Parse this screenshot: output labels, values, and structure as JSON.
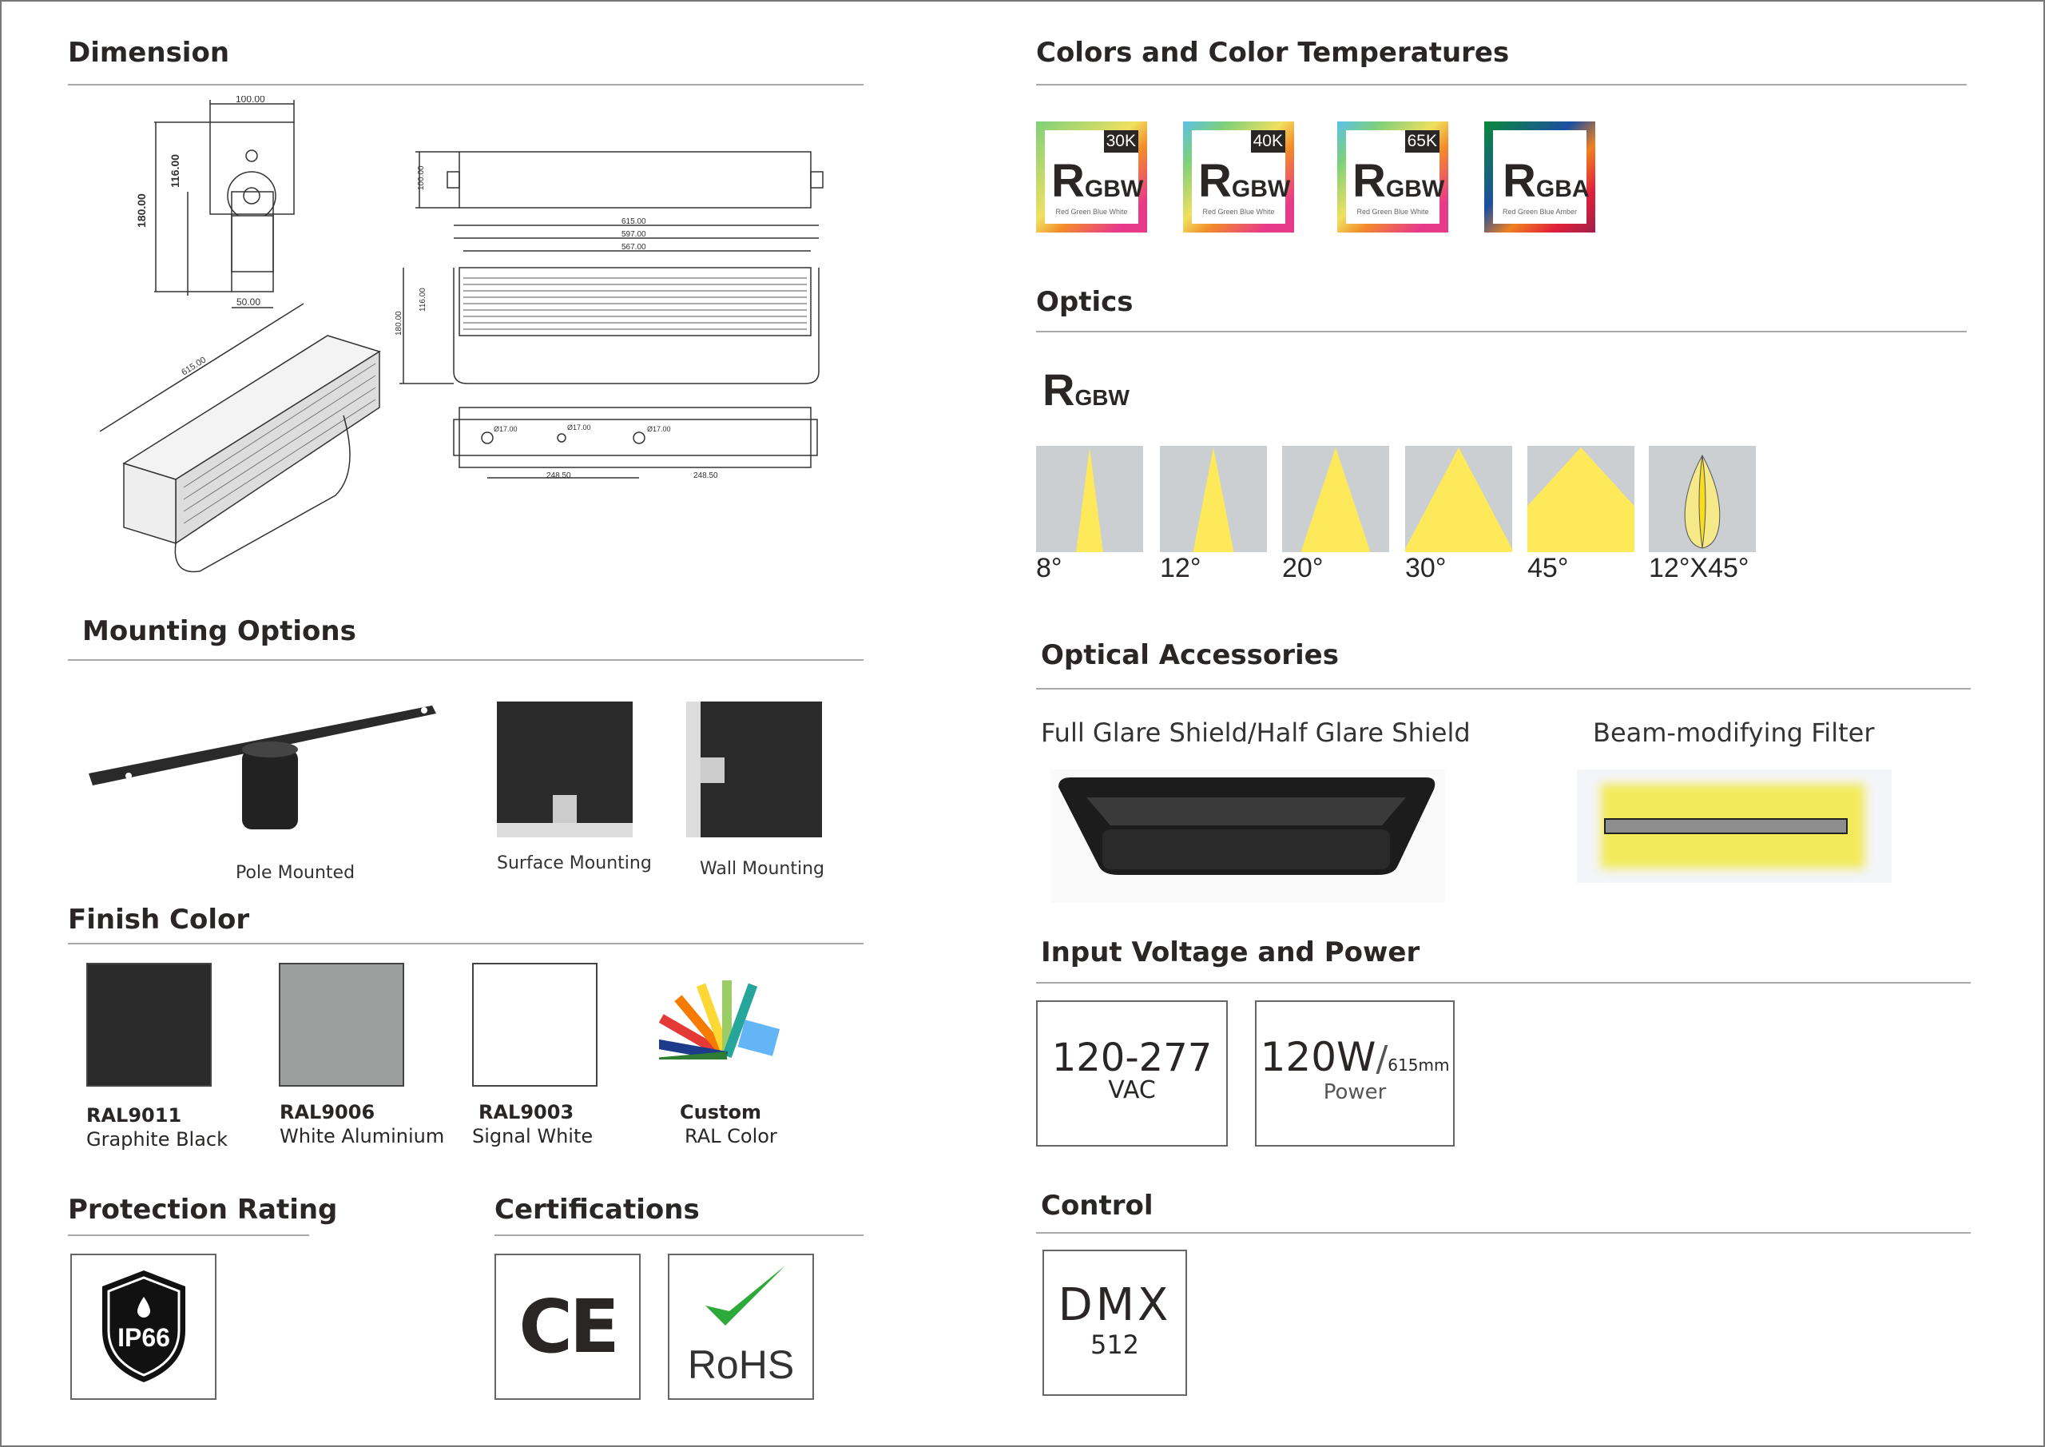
{
  "sections": {
    "dimension": "Dimension",
    "colors": "Colors and Color Temperatures",
    "optics": "Optics",
    "optical_accessories": "Optical Accessories",
    "input": "Input Voltage and Power",
    "control": "Control",
    "mounting": "Mounting Options",
    "finish": "Finish Color",
    "protection": "Protection Rating",
    "certifications": "Certifications"
  },
  "dimensions": {
    "width": "100.00",
    "height_total": "180.00",
    "height_body": "116.00",
    "bracket": "50.00",
    "length": "615.00",
    "len2": "597.00",
    "len3": "567.00",
    "depth": "100.00",
    "hole": "Ø17.00",
    "spacing": "248.50",
    "iso_length": "615.00"
  },
  "color_badges": [
    {
      "temp": "30K",
      "big": "R",
      "small": "GBW",
      "desc": "Red Green Blue White"
    },
    {
      "temp": "40K",
      "big": "R",
      "small": "GBW",
      "desc": "Red Green Blue White"
    },
    {
      "temp": "65K",
      "big": "R",
      "small": "GBW",
      "desc": "Red Green Blue White"
    },
    {
      "temp": "",
      "big": "R",
      "small": "GBA",
      "desc": "Red Green Blue Amber"
    }
  ],
  "optics": {
    "logo_big": "R",
    "logo_small": "GBW",
    "beams": [
      {
        "label": "8°",
        "angle": 8
      },
      {
        "label": "12°",
        "angle": 12
      },
      {
        "label": "20°",
        "angle": 20
      },
      {
        "label": "30°",
        "angle": 30
      },
      {
        "label": "45°",
        "angle": 45
      },
      {
        "label": "12°X45°",
        "angle": 12
      }
    ]
  },
  "accessories": {
    "shield": "Full Glare Shield/Half Glare Shield",
    "filter": "Beam-modifying Filter"
  },
  "input": {
    "voltage": "120-277",
    "voltage_unit": "VAC",
    "power": "120W",
    "power_suffix": "/",
    "power_length": "615mm",
    "power_label": "Power"
  },
  "control": {
    "main": "DMX",
    "sub": "512"
  },
  "mounting": [
    {
      "label": "Pole Mounted"
    },
    {
      "label": "Surface Mounting"
    },
    {
      "label": "Wall Mounting"
    }
  ],
  "finish": [
    {
      "code": "RAL9011",
      "name": "Graphite Black",
      "color": "#2a2a2a"
    },
    {
      "code": "RAL9006",
      "name": "White Aluminium",
      "color": "#9d9e9e"
    },
    {
      "code": "RAL9003",
      "name": "Signal White",
      "color": "#ffffff"
    },
    {
      "code": "Custom",
      "name": "RAL Color"
    }
  ],
  "protection": {
    "rating": "IP66"
  },
  "certs": {
    "ce": "CE",
    "rohs": "RoHS"
  }
}
